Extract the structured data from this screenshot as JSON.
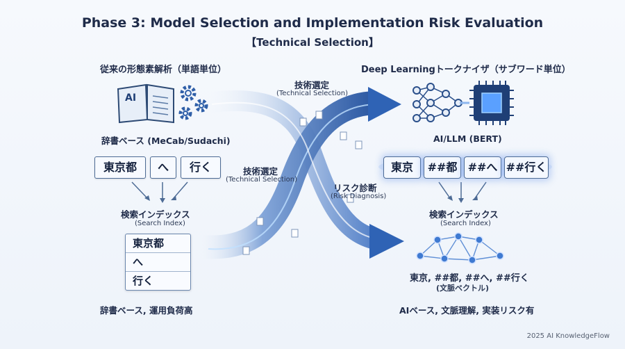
{
  "title": "Phase 3: Model Selection and Implementation Risk Evaluation",
  "subtitle": "【Technical Selection】",
  "left": {
    "heading": "従来の形態素解析（単語単位）",
    "dict_label": "辞書ベース (MeCab/Sudachi)",
    "tokens": [
      "東京都",
      "へ",
      "行く"
    ],
    "index_label": "検索インデックス",
    "index_label_en": "(Search Index)",
    "index_rows": [
      "東京都",
      "へ",
      "行く"
    ],
    "bottom_label": "辞書ベース, 運用負荷高"
  },
  "middle": {
    "top_label": "技術選定",
    "top_label_en": "(Technical Selection)",
    "mid_label": "技術選定",
    "mid_label_en": "(Technical Selection)",
    "risk_label": "リスク診断",
    "risk_label_en": "(Risk Diagnosis)"
  },
  "right": {
    "heading": "Deep Learningトークナイザ（サブワード単位）",
    "model_label": "AI/LLM (BERT)",
    "tokens": [
      "東京",
      "##都",
      "##へ",
      "##行く"
    ],
    "index_label": "検索インデックス",
    "index_label_en": "(Search Index)",
    "vector_tokens": "東京, ##都, ##へ, ##行く",
    "vector_label": "(文脈ベクトル)",
    "bottom_label": "AIベース, 文脈理解, 実装リスク有"
  },
  "book_icon_text": "AI",
  "footer": "2025 AI KnowledgeFlow",
  "colors": {
    "accent": "#2f63b5",
    "dark": "#1f2b49",
    "light_flow": "#c9d8ee"
  }
}
